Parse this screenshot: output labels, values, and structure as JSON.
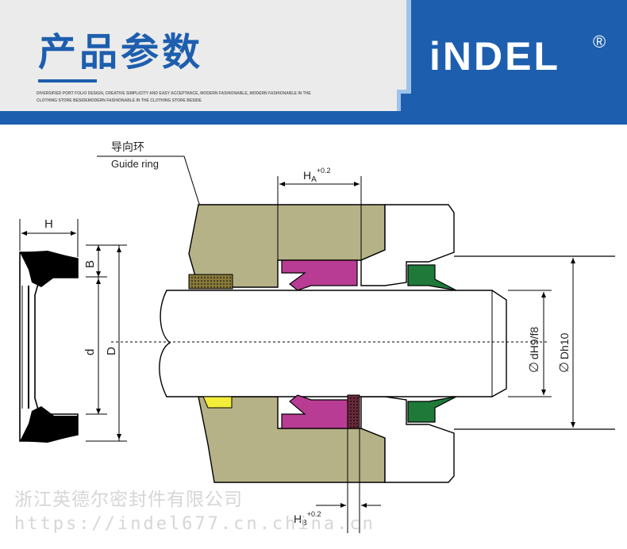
{
  "header": {
    "title": "产品参数",
    "tagline": "DIVERSIFIED PORT FOLIO DESIGN, CREATIVE SIMPLICITY AND EASY ACCEPTANCE, MODERN FASHIONABLE, MODERN FASHIONABLE IN THE CLOTHING STORE BESIDEMODERN FASHIONABLE IN THE CLOTHING STORE BESIDE",
    "logo": "iNDEL",
    "logo_mark": "®"
  },
  "colors": {
    "brand_blue": "#1d5eae",
    "housing": "#b5b288",
    "seal_magenta": "#b83c93",
    "wiper_green": "#1f7a3a",
    "guide_yellow": "#f2ec3a",
    "guide_ring": "#7a6a3a",
    "hb_ring": "#5a2a3a"
  },
  "diagram": {
    "guide_ring_cn": "导向环",
    "guide_ring_en": "Guide ring",
    "dim_H": "H",
    "dim_B": "B",
    "dim_d": "d",
    "dim_D": "D",
    "dim_HA": "H",
    "dim_HA_sub": "A",
    "dim_HA_tol": "+0.2",
    "dim_HB": "H",
    "dim_HB_sub": "B",
    "dim_HB_tol": "+0.2",
    "dim_dH9": "dH9/f8",
    "dim_Dh10": "Dh10",
    "dia_symbol": "∅"
  },
  "watermark": {
    "company": "浙江英德尔密封件有限公司",
    "url": "https://indel677.cn.china.cn"
  }
}
